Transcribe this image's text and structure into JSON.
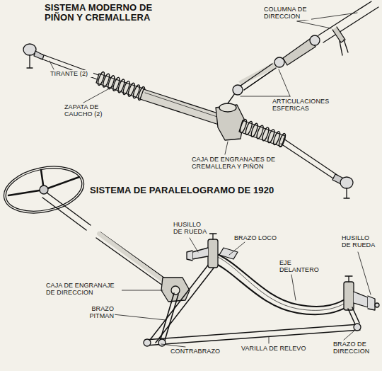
{
  "diagram": {
    "labels": [
      "SISTEMA MODERNO DE PIÑON Y CREMALLERA",
      "COLUMNA DE DIRECCION",
      "TIRANTE (2)",
      "ZAPATA DE CAUCHO (2)",
      "ARTICULACIONES ESFERICAS",
      "CAJA DE ENGRANAJES DE CREMALLERA Y PIÑON",
      "SISTEMA DE PARALELOGRAMO DE 1920",
      "HUSILLO DE RUEDA",
      "BRAZO LOCO",
      "EJE DELANTERO",
      "HUSILLO DE RUEDA",
      "CAJA DE ENGRANAJE DE DIRECCION",
      "BRAZO PITMAN",
      "CONTRABRAZO",
      "VARILLA DE RELEVO",
      "BRAZO DE DIRECCION"
    ]
  }
}
